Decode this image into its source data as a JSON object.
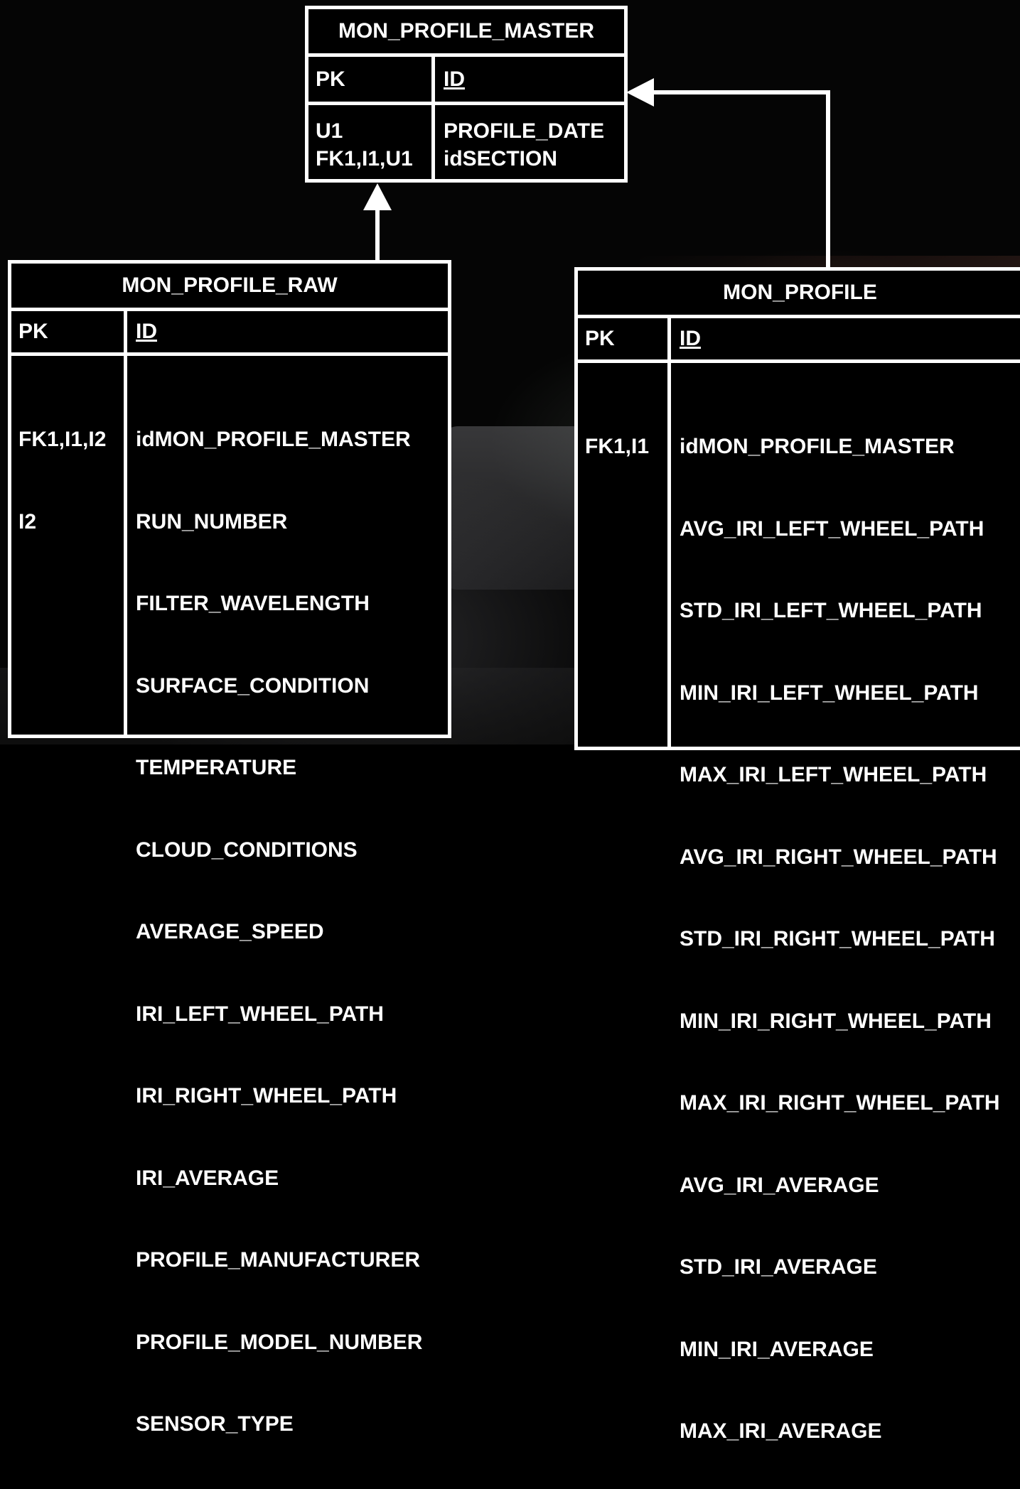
{
  "entities": {
    "master": {
      "name": "MON_PROFILE_MASTER",
      "pk_label": "PK",
      "pk_field": "ID",
      "keys": [
        "U1",
        "FK1,I1,U1"
      ],
      "fields": [
        "PROFILE_DATE",
        "idSECTION"
      ]
    },
    "raw": {
      "name": "MON_PROFILE_RAW",
      "pk_label": "PK",
      "pk_field": "ID",
      "keys": [
        "FK1,I1,I2",
        "I2"
      ],
      "fields": [
        "idMON_PROFILE_MASTER",
        "RUN_NUMBER",
        "FILTER_WAVELENGTH",
        "SURFACE_CONDITION",
        "TEMPERATURE",
        "CLOUD_CONDITIONS",
        "AVERAGE_SPEED",
        "IRI_LEFT_WHEEL_PATH",
        "IRI_RIGHT_WHEEL_PATH",
        "IRI_AVERAGE",
        "PROFILE_MANUFACTURER",
        "PROFILE_MODEL_NUMBER",
        "SENSOR_TYPE"
      ]
    },
    "profile": {
      "name": "MON_PROFILE",
      "pk_label": "PK",
      "pk_field": "ID",
      "keys": [
        "FK1,I1"
      ],
      "fields": [
        "idMON_PROFILE_MASTER",
        "AVG_IRI_LEFT_WHEEL_PATH",
        "STD_IRI_LEFT_WHEEL_PATH",
        "MIN_IRI_LEFT_WHEEL_PATH",
        "MAX_IRI_LEFT_WHEEL_PATH",
        "AVG_IRI_RIGHT_WHEEL_PATH",
        "STD_IRI_RIGHT_WHEEL_PATH",
        "MIN_IRI_RIGHT_WHEEL_PATH",
        "MAX_IRI_RIGHT_WHEEL_PATH",
        "AVG_IRI_AVERAGE",
        "STD_IRI_AVERAGE",
        "MIN_IRI_AVERAGE",
        "MAX_IRI_AVERAGE"
      ]
    }
  },
  "relationships": [
    {
      "from": "MON_PROFILE_RAW",
      "to": "MON_PROFILE_MASTER"
    },
    {
      "from": "MON_PROFILE",
      "to": "MON_PROFILE_MASTER"
    }
  ],
  "colors": {
    "background": "#000000",
    "line": "#ffffff",
    "text": "#ffffff"
  }
}
